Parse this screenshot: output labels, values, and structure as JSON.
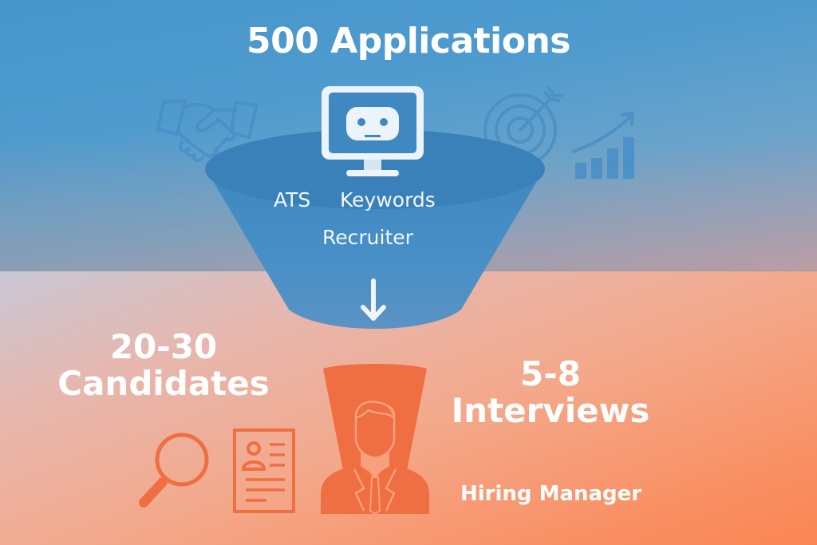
{
  "title": "500 Applications",
  "funnel": {
    "labels": {
      "ats": "ATS",
      "keywords": "Keywords",
      "recruiter": "Recruiter"
    },
    "icons": {
      "top": "robot-monitor-icon",
      "arrow": "arrow-down-icon"
    }
  },
  "stages": {
    "candidates": {
      "count": "20-30",
      "label": "Candidates"
    },
    "interviews": {
      "count": "5-8",
      "label": "Interviews"
    },
    "hiring_manager": "Hiring Manager"
  },
  "decorative_icons": [
    "handshake-icon",
    "target-arrow-icon",
    "growth-chart-icon",
    "magnifier-icon",
    "resume-icon",
    "businessman-icon"
  ],
  "colors": {
    "top_blue": "#4595cb",
    "funnel_blue": "#3d86bf",
    "bottom_orange": "#fa8553",
    "icon_orange": "#ef6e42",
    "text_white": "#ffffff"
  }
}
